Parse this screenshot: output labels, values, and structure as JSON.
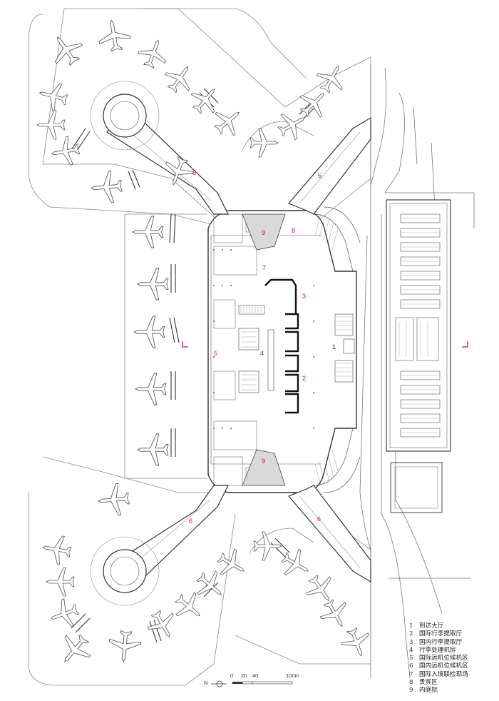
{
  "zone_labels": [
    "1",
    "2",
    "3",
    "4",
    "5",
    "6",
    "7",
    "8",
    "9"
  ],
  "markers": {
    "zone_5": "5",
    "zone_4": "4",
    "zone_3": "3",
    "zone_2": "2",
    "zone_1": "1",
    "zone_7": "7",
    "zone_8": "8",
    "zone_9_top": "9",
    "zone_9_bottom": "9",
    "zone_6_ne": "6",
    "zone_6_nw": "6",
    "zone_6_sw": "6",
    "zone_6_se": "6"
  },
  "legend": [
    {
      "num": "1",
      "label": "到达大厅"
    },
    {
      "num": "2",
      "label": "国际行李提取厅"
    },
    {
      "num": "3",
      "label": "国内行李提取厅"
    },
    {
      "num": "4",
      "label": "行李处理机房"
    },
    {
      "num": "5",
      "label": "国际远机位候机区"
    },
    {
      "num": "6",
      "label": "国内远机位候机区"
    },
    {
      "num": "7",
      "label": "国际入境联检现场"
    },
    {
      "num": "8",
      "label": "贵宾区"
    },
    {
      "num": "9",
      "label": "内庭院"
    }
  ],
  "scale_bar": {
    "north": "N",
    "t0": "0",
    "t1": "20",
    "t2": "40",
    "t3": "100m"
  },
  "colors": {
    "line": "#555555",
    "accent": "#e0007a",
    "fill_gray": "#d9d9d9"
  }
}
